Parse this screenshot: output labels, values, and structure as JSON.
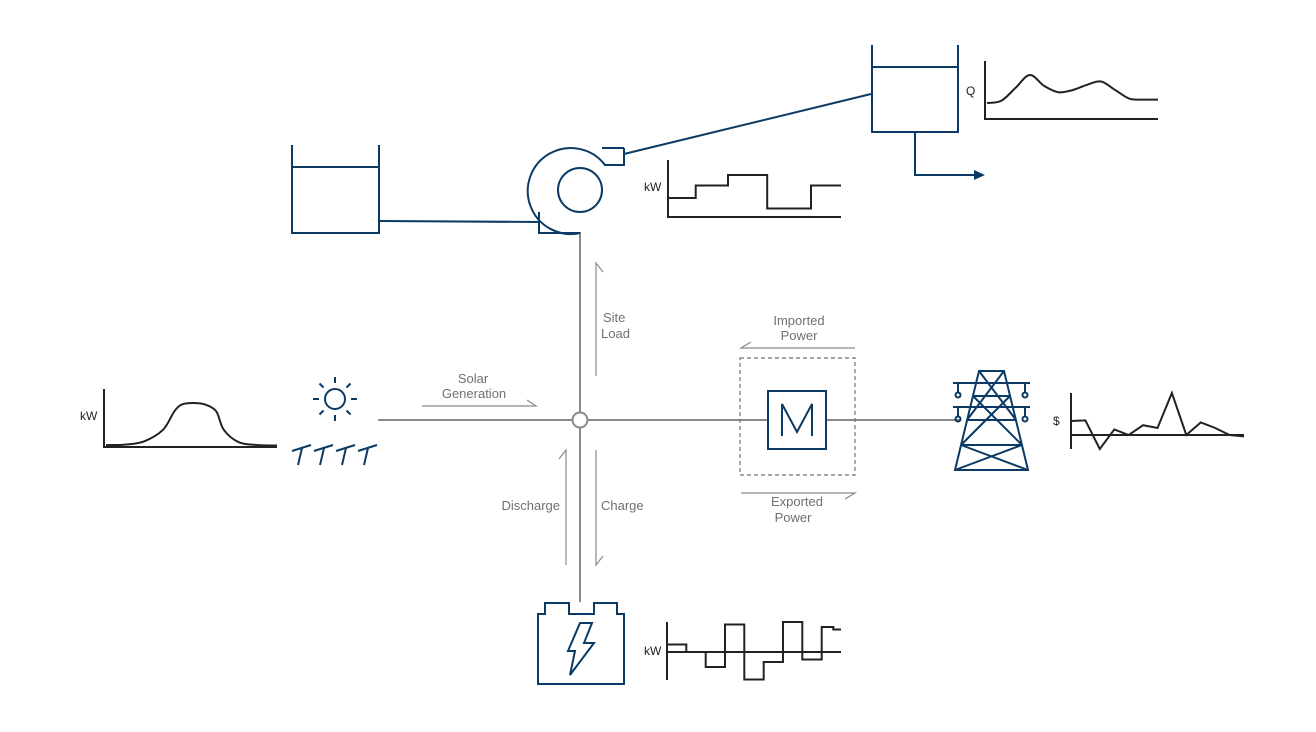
{
  "colors": {
    "component": "#0b3a64",
    "bus_line": "#8a8a8a",
    "label_text": "#707070",
    "plot_line": "#222222",
    "background": "#ffffff"
  },
  "labels": {
    "site_load": [
      "Site",
      "Load"
    ],
    "solar_generation": [
      "Solar",
      "Generation"
    ],
    "imported_power": [
      "Imported",
      "Power"
    ],
    "exported_power": [
      "Exported",
      "Power"
    ],
    "discharge": "Discharge",
    "charge": "Charge"
  },
  "icons": {
    "reservoir_left": "water-tank-icon",
    "pump": "pump-icon",
    "reservoir_right": "water-tank-icon",
    "sun": "sun-icon",
    "solar_panels": "solar-panel-icon",
    "meter": "meter-icon",
    "transmission_tower": "transmission-tower-icon",
    "battery": "battery-icon",
    "bus_node": "bus-junction-icon"
  },
  "chart_data": [
    {
      "id": "flow-chart",
      "type": "line",
      "ylabel": "Q",
      "x": [
        0,
        1,
        2,
        3,
        4,
        5,
        6,
        7,
        8,
        9,
        10,
        11,
        12
      ],
      "values": [
        0.2,
        0.25,
        0.55,
        0.85,
        0.6,
        0.45,
        0.5,
        0.62,
        0.7,
        0.5,
        0.3,
        0.28,
        0.28
      ]
    },
    {
      "id": "pump-power-chart",
      "type": "line",
      "ylabel": "kW",
      "x": [
        0,
        1.2,
        1.2,
        2.6,
        2.6,
        4.3,
        4.3,
        6.2,
        6.2,
        7.5
      ],
      "values": [
        0.45,
        0.45,
        0.75,
        0.75,
        1.0,
        1.0,
        0.2,
        0.2,
        0.75,
        0.75
      ]
    },
    {
      "id": "solar-chart",
      "type": "line",
      "ylabel": "kW",
      "x": [
        0,
        1,
        2,
        3,
        3.6,
        4,
        4.6,
        5.2,
        5.8,
        6.2,
        7,
        8,
        9
      ],
      "values": [
        0.02,
        0.03,
        0.1,
        0.35,
        0.75,
        0.9,
        0.93,
        0.9,
        0.75,
        0.35,
        0.08,
        0.02,
        0.01
      ]
    },
    {
      "id": "price-chart",
      "type": "line",
      "ylabel": "$",
      "x": [
        0,
        1,
        2,
        3,
        4,
        5,
        6,
        7,
        8,
        9,
        10,
        11,
        12
      ],
      "values": [
        0.5,
        0.52,
        -0.5,
        0.2,
        0.0,
        0.35,
        0.25,
        1.5,
        0.0,
        0.45,
        0.25,
        0.0,
        -0.05
      ]
    },
    {
      "id": "battery-power-chart",
      "type": "line",
      "ylabel": "kW",
      "x": [
        0,
        1,
        1,
        2,
        2,
        3,
        3,
        4,
        4,
        5,
        5,
        6,
        6,
        7,
        7,
        8,
        8,
        8.6,
        8.6,
        9
      ],
      "values": [
        0.3,
        0.3,
        0,
        0,
        -0.6,
        -0.6,
        1.1,
        1.1,
        -1.1,
        -1.1,
        -0.4,
        -0.4,
        1.2,
        1.2,
        -0.3,
        -0.3,
        1.0,
        1.0,
        0.9,
        0.9
      ]
    }
  ]
}
